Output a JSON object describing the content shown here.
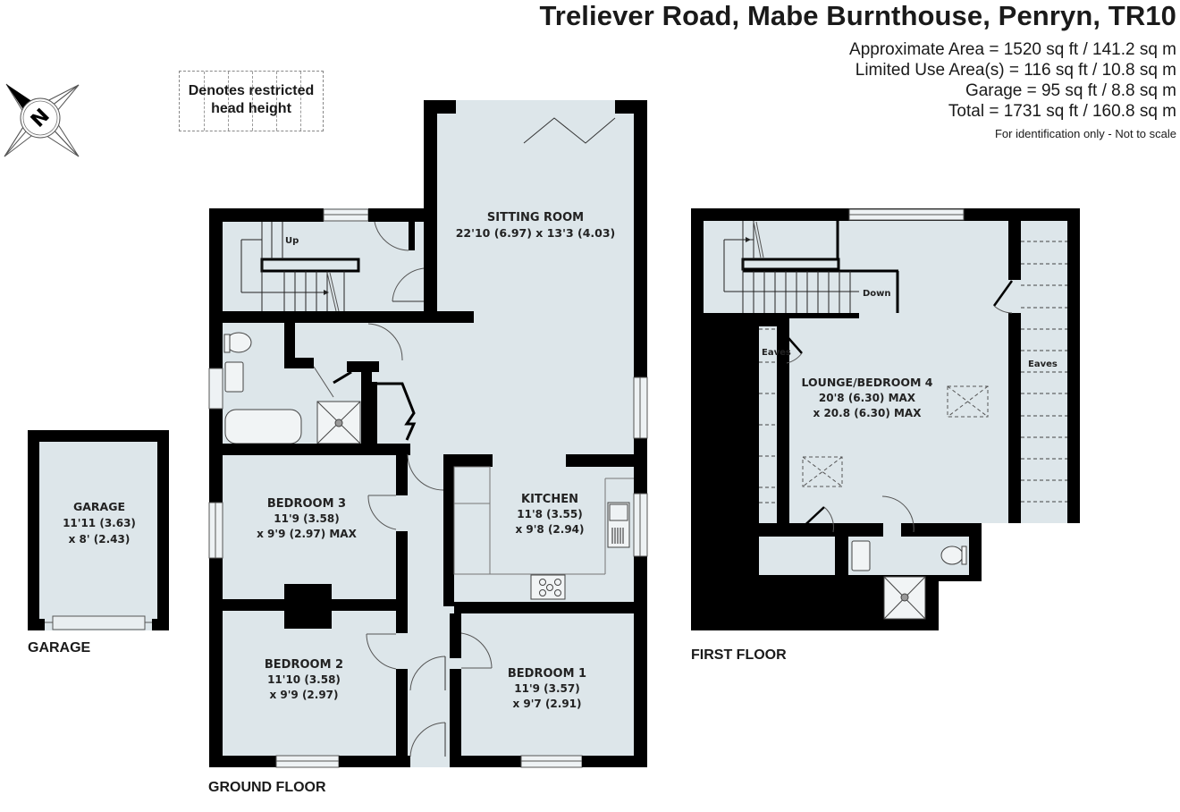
{
  "header": {
    "title": "Treliever Road, Mabe Burnthouse, Penryn, TR10",
    "areas": [
      "Approximate Area = 1520 sq ft / 141.2 sq m",
      "Limited Use Area(s) = 116 sq ft / 10.8 sq m",
      "Garage = 95 sq ft / 8.8 sq m",
      "Total = 1731 sq ft / 160.8 sq m"
    ],
    "note": "For identification only - Not to scale"
  },
  "legend": {
    "line1": "Denotes restricted",
    "line2": "head height"
  },
  "compass": {
    "icon": "north-compass-icon",
    "letter": "N"
  },
  "colors": {
    "floor": "#dde6ea",
    "wall": "#000000",
    "text": "#1a1a1a"
  },
  "floors": {
    "ground": {
      "label": "GROUND FLOOR",
      "rooms": {
        "sitting": {
          "name": "SITTING ROOM",
          "dim1": "22'10 (6.97) x 13'3 (4.03)"
        },
        "kitchen": {
          "name": "KITCHEN",
          "dim1": "11'8 (3.55)",
          "dim2": "x 9'8 (2.94)"
        },
        "bedroom3": {
          "name": "BEDROOM 3",
          "dim1": "11'9 (3.58)",
          "dim2": "x 9'9 (2.97) MAX"
        },
        "bedroom2": {
          "name": "BEDROOM 2",
          "dim1": "11'10 (3.58)",
          "dim2": "x 9'9 (2.97)"
        },
        "bedroom1": {
          "name": "BEDROOM 1",
          "dim1": "11'9 (3.57)",
          "dim2": "x 9'7 (2.91)"
        }
      },
      "stairs_label": "Up"
    },
    "first": {
      "label": "FIRST FLOOR",
      "rooms": {
        "lounge": {
          "name": "LOUNGE/BEDROOM 4",
          "dim1": "20'8 (6.30) MAX",
          "dim2": "x 20.8 (6.30) MAX"
        }
      },
      "stairs_label": "Down",
      "eaves_left": "Eaves",
      "eaves_right": "Eaves"
    },
    "garage": {
      "label": "GARAGE",
      "rooms": {
        "garage": {
          "name": "GARAGE",
          "dim1": "11'11 (3.63)",
          "dim2": "x  8' (2.43)"
        }
      }
    }
  }
}
